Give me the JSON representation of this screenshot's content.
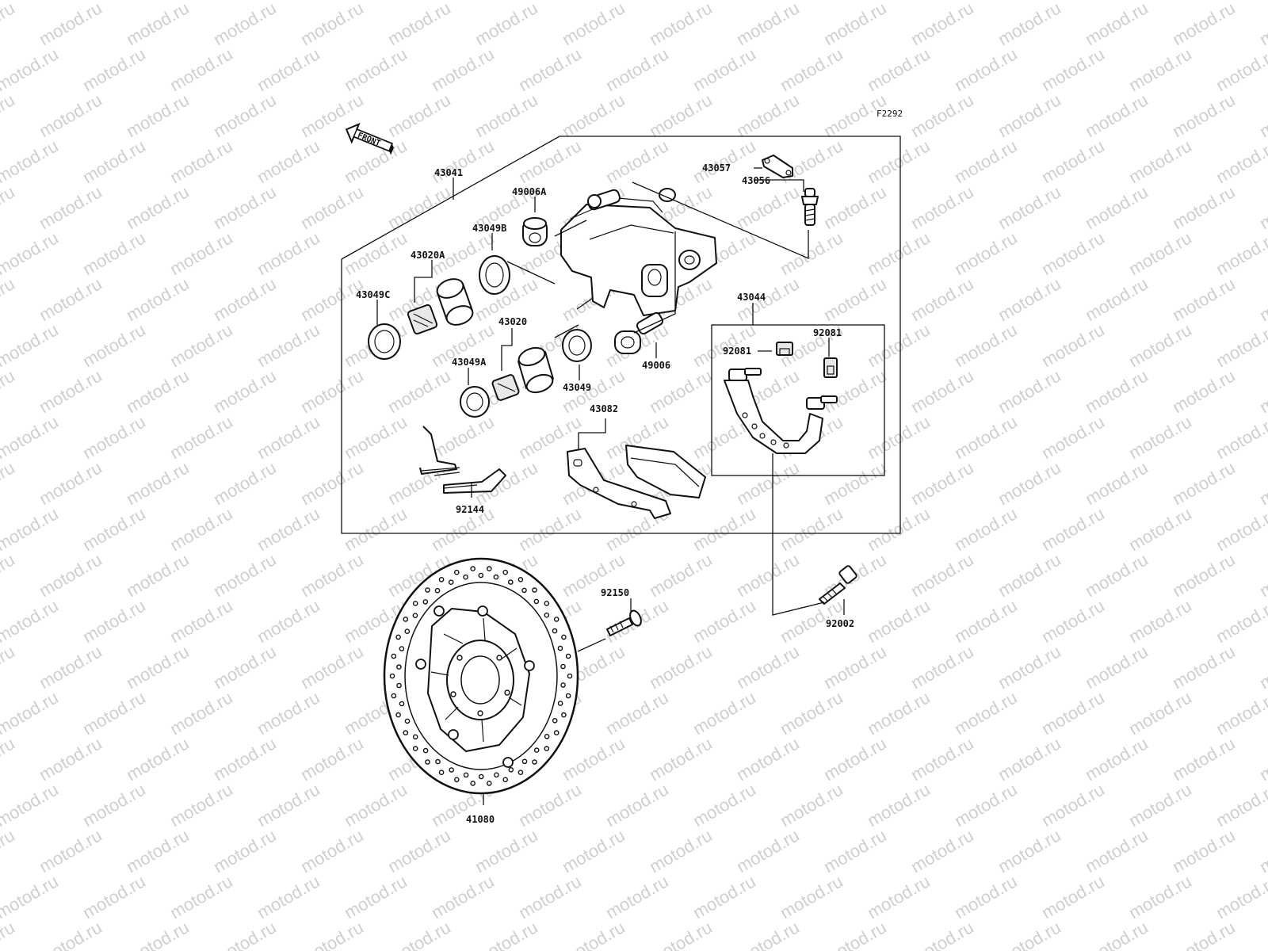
{
  "figure_code": "F2292",
  "direction_label": "FRONT",
  "watermark_text": "motod.ru",
  "parts": [
    {
      "id": "p43041",
      "number": "43041"
    },
    {
      "id": "p49006A",
      "number": "49006A"
    },
    {
      "id": "p43049B",
      "number": "43049B"
    },
    {
      "id": "p43020A",
      "number": "43020A"
    },
    {
      "id": "p43049C",
      "number": "43049C"
    },
    {
      "id": "p43020",
      "number": "43020"
    },
    {
      "id": "p43049A",
      "number": "43049A"
    },
    {
      "id": "p43049",
      "number": "43049"
    },
    {
      "id": "p49006",
      "number": "49006"
    },
    {
      "id": "p43057",
      "number": "43057"
    },
    {
      "id": "p43056",
      "number": "43056"
    },
    {
      "id": "p43044",
      "number": "43044"
    },
    {
      "id": "p92081a",
      "number": "92081"
    },
    {
      "id": "p92081b",
      "number": "92081"
    },
    {
      "id": "p43082",
      "number": "43082"
    },
    {
      "id": "p92144",
      "number": "92144"
    },
    {
      "id": "p92150",
      "number": "92150"
    },
    {
      "id": "p92002",
      "number": "92002"
    },
    {
      "id": "p41080",
      "number": "41080"
    }
  ]
}
